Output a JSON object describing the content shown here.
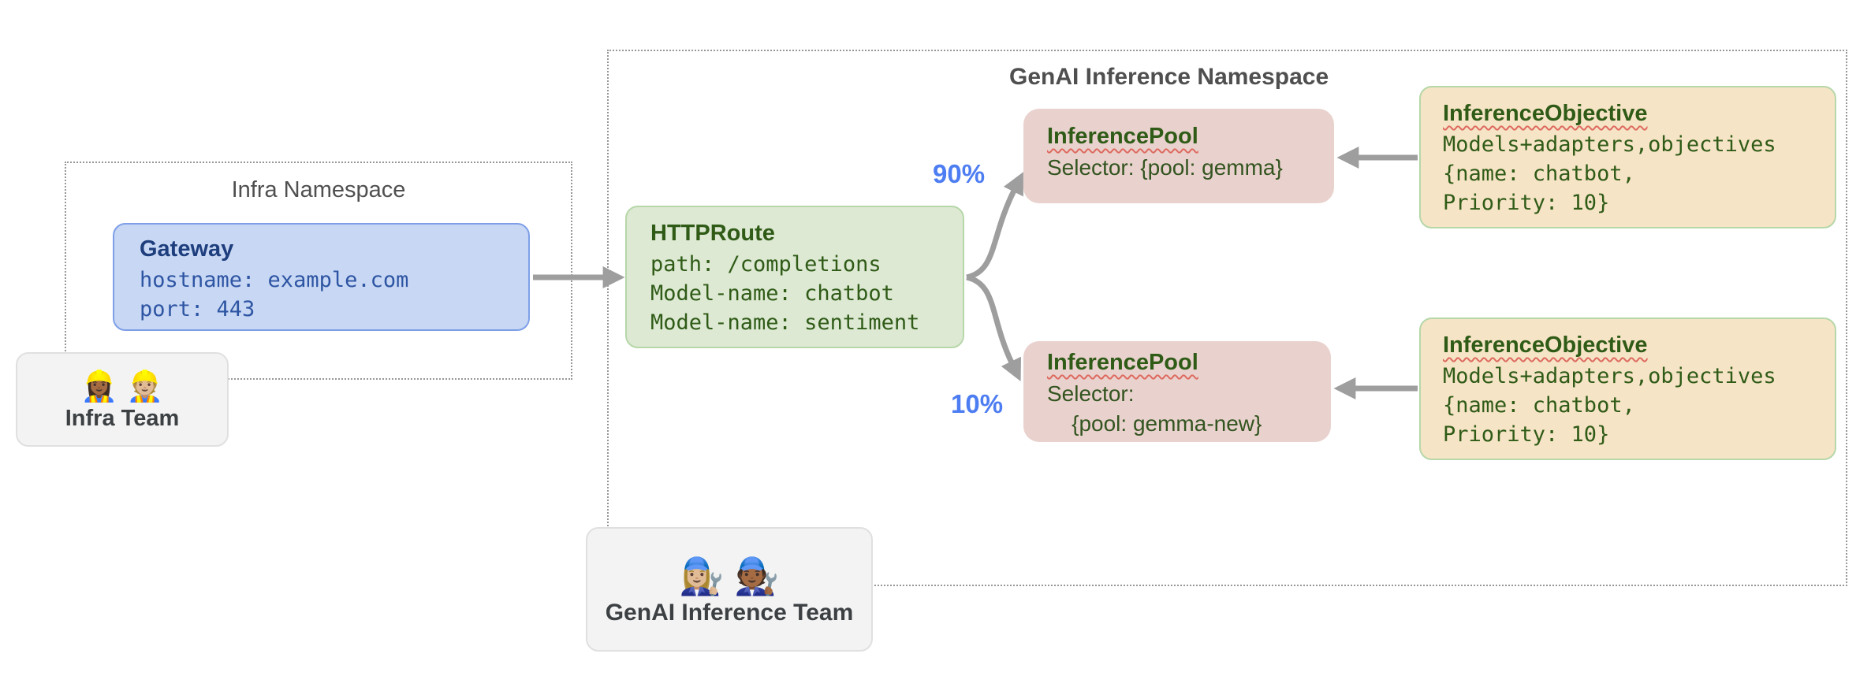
{
  "infra_namespace": {
    "label": "Infra Namespace",
    "gateway": {
      "title": "Gateway",
      "lines": [
        "hostname: example.com",
        "port: 443"
      ]
    }
  },
  "infra_team": {
    "label": "Infra Team",
    "emojis": "👷🏾‍♀️ 👷🏼"
  },
  "genai_namespace": {
    "label": "GenAI Inference Namespace",
    "httproute": {
      "title": "HTTPRoute",
      "lines": [
        "path: /completions",
        "Model-name: chatbot",
        "Model-name: sentiment"
      ]
    },
    "weight_top": "90%",
    "weight_bottom": "10%",
    "pool_top": {
      "title": "InferencePool",
      "lines": [
        "Selector: {pool: gemma}"
      ]
    },
    "pool_bottom": {
      "title": "InferencePool",
      "lines": [
        "Selector:",
        "    {pool: gemma-new}"
      ]
    },
    "objective_top": {
      "title": "InferenceObjective",
      "lines": [
        "Models+adapters,objectives",
        "{name: chatbot,",
        "Priority: 10}"
      ]
    },
    "objective_bottom": {
      "title": "InferenceObjective",
      "lines": [
        "Models+adapters,objectives",
        "{name: chatbot,",
        "Priority: 10}"
      ]
    }
  },
  "genai_team": {
    "label": "GenAI Inference Team",
    "emojis": "👩🏼‍🔧 🧑🏾‍🔧"
  },
  "colors": {
    "gateway_fill": "#c8d8f4",
    "gateway_border": "#7e9fe8",
    "gateway_title": "#1e3e7d",
    "gateway_text": "#2e55a3",
    "httproute_fill": "#dde9d3",
    "httproute_border": "#b6d7a8",
    "dark_green_text": "#2f5b17",
    "pool_fill": "#e9d2ce",
    "objective_fill": "#f6e4c6",
    "objective_border": "#b6d7a8",
    "team_fill": "#f3f3f3",
    "team_border": "#e0e0e0",
    "namespace_label_gray": "#4f4f4f",
    "percent_blue": "#4d7df2",
    "arrow_gray": "#9e9e9e",
    "squiggle_red": "#dd6a5f"
  }
}
